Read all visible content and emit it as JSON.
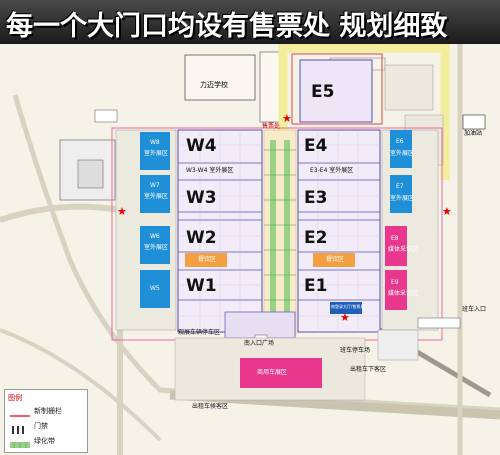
{
  "title": "每一个大门口均设有售票处 规划细致",
  "landmarks": {
    "school": "力迈学校",
    "gas_station": "加油站",
    "ticket_office": "售票处",
    "south_entrance": "南入口广场",
    "commercial_hall": "商用车展区",
    "parking_area": "观展车辆停车区",
    "bus_zone": "班车停车场",
    "bus_entrance": "班车入口",
    "shuttle_dropoff": "出租车下客区",
    "bus_pickup": "出租车候客区",
    "entrance_ticket": "南登录大厅/售票处"
  },
  "halls": {
    "w4": "W4",
    "w3": "W3",
    "w2": "W2",
    "w1": "W1",
    "e5": "E5",
    "e4": "E4",
    "e3": "E3",
    "e2": "E2",
    "e1": "E1",
    "w3w4": "W3-W4 室外展区",
    "e3e4": "E3-E4 室外展区",
    "food_w": "餐饮区",
    "food_e": "餐饮区"
  },
  "outdoor": {
    "w8": "W8",
    "w8s": "室外展区",
    "w7": "W7",
    "w7s": "室外展区",
    "w6": "W6",
    "w6s": "室外展区",
    "w5": "W5",
    "e6": "E6",
    "e6s": "室外展区",
    "e7": "E7",
    "e7s": "室外展区",
    "e8": "E8",
    "e8s": "媒体采访区",
    "e9": "E9",
    "e9s": "媒体采访区"
  },
  "legend": {
    "title": "图例",
    "fence": "新制栅栏",
    "gate": "门禁",
    "green": "绿化带"
  },
  "colors": {
    "hall_blue": "#1f8fd8",
    "pink": "#e8378c",
    "food_orange": "#f2a041",
    "yellow_road": "#f3ee9c",
    "hall_outline": "#5a4db0",
    "grid_lilac": "#d4cbe8",
    "ticket_star": "#e00000"
  },
  "icons": [
    "star-icon",
    "gate-icon",
    "fence-line-icon",
    "green-belt-icon"
  ]
}
